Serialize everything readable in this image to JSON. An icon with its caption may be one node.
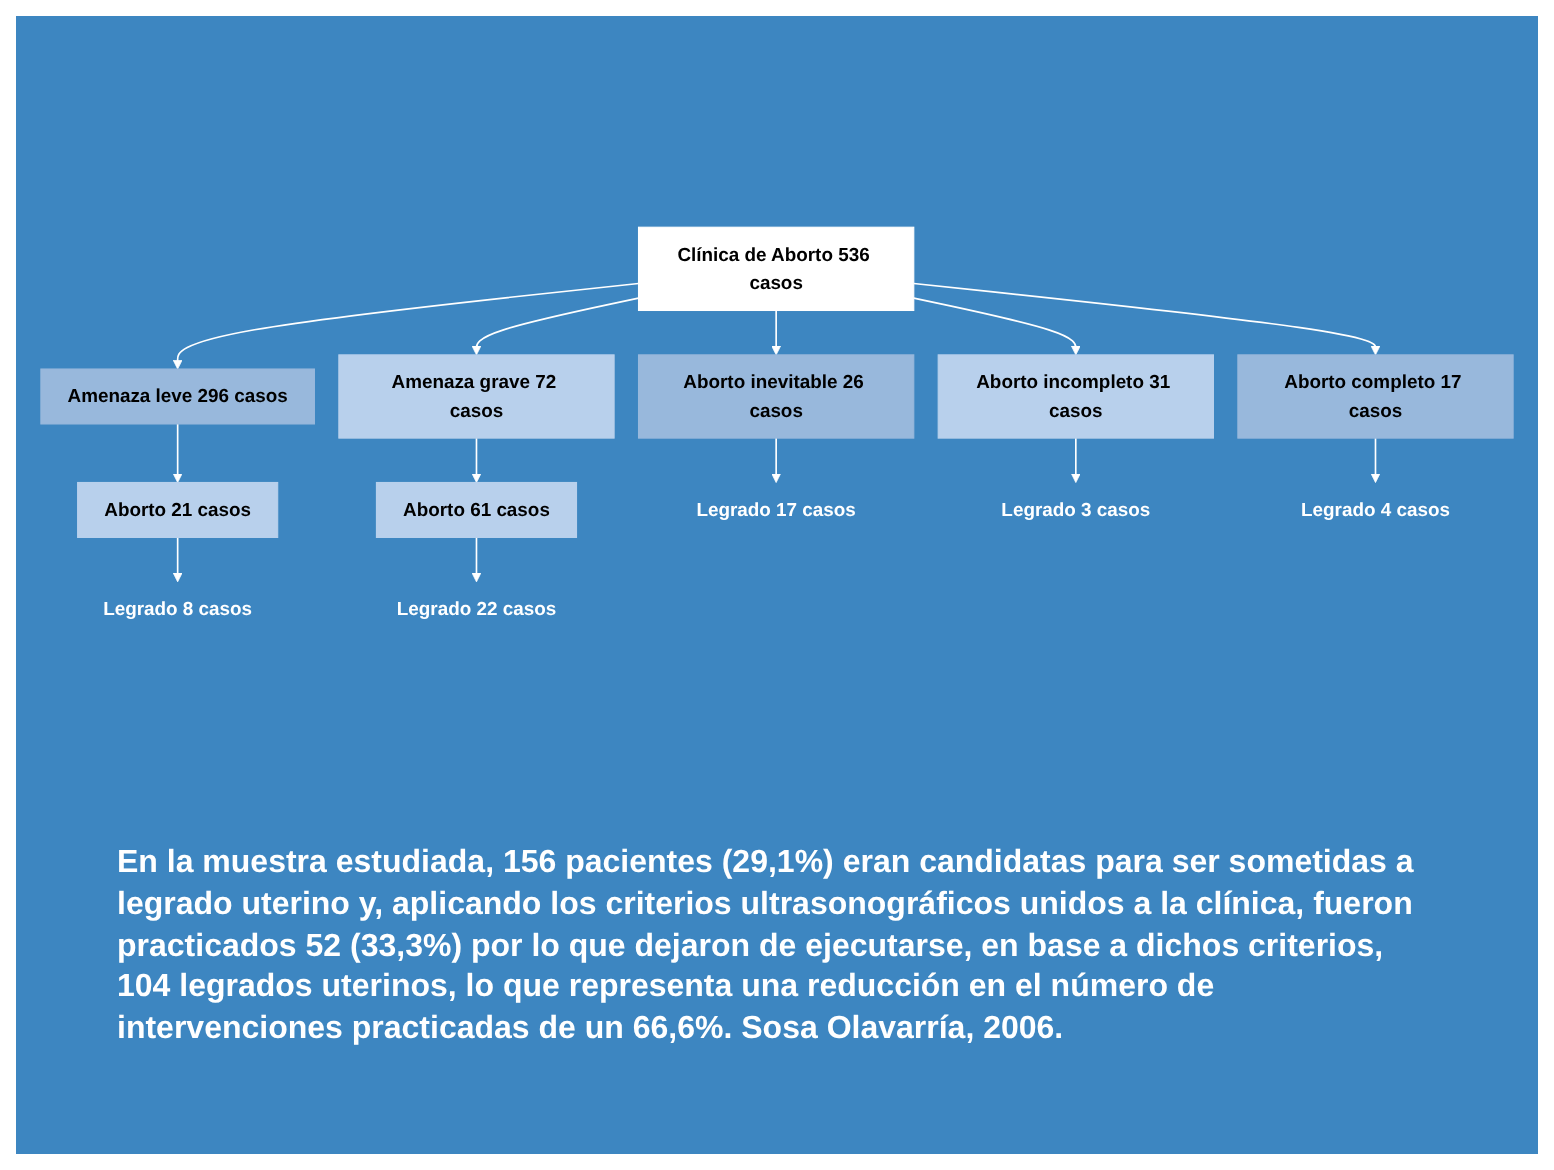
{
  "diagram": {
    "nodes": [
      {
        "text": [
          "Clínica de Aborto 536 casos"
        ]
      },
      {
        "text": [
          "Amenaza leve 296 casos"
        ]
      },
      {
        "text": [
          "Amenaza grave 72 casos"
        ]
      },
      {
        "text": [
          "Aborto inevitable 26 casos"
        ]
      },
      {
        "text": [
          "Aborto incompleto 31 casos"
        ]
      },
      {
        "text": [
          "Aborto completo 17 casos"
        ]
      },
      {
        "text": [
          "Aborto 21 casos"
        ]
      },
      {
        "text": [
          "Aborto 61 casos"
        ]
      },
      {
        "text": [
          "Legrado 17 casos"
        ]
      },
      {
        "text": [
          "Legrado 3 casos"
        ]
      },
      {
        "text": [
          "Legrado 4 casos"
        ]
      },
      {
        "text": [
          "Legrado 8 casos"
        ]
      },
      {
        "text": [
          "Legrado 22 casos"
        ]
      }
    ],
    "edges": [
      {
        "from": 0,
        "to": 1,
        "arrow": "to"
      },
      {
        "from": 0,
        "to": 2,
        "arrow": "to"
      },
      {
        "from": 0,
        "to": 3,
        "arrow": "to"
      },
      {
        "from": 0,
        "to": 4,
        "arrow": "to"
      },
      {
        "from": 0,
        "to": 5,
        "arrow": "to"
      },
      {
        "from": 1,
        "to": 6,
        "arrow": "to"
      },
      {
        "from": 2,
        "to": 7,
        "arrow": "to"
      },
      {
        "from": 3,
        "to": 8,
        "arrow": "to"
      },
      {
        "from": 4,
        "to": 9,
        "arrow": "to"
      },
      {
        "from": 5,
        "to": 10,
        "arrow": "to"
      },
      {
        "from": 6,
        "to": 11,
        "arrow": "to"
      },
      {
        "from": 7,
        "to": 12,
        "arrow": "to"
      }
    ],
    "caption": "En la muestra estudiada, 156 pacientes (29,1%) eran candidatas para ser sometidas a legrado uterino y, aplicando los criterios ultrasonográficos unidos a la clínica, fueron practicados 52 (33,3%) por lo que dejaron de ejecutarse, en base a dichos criterios, 104 legrados uterinos, lo que representa una reducción en el número de intervenciones practicadas de un 66,6%. Sosa Olavarría, 2006."
  }
}
